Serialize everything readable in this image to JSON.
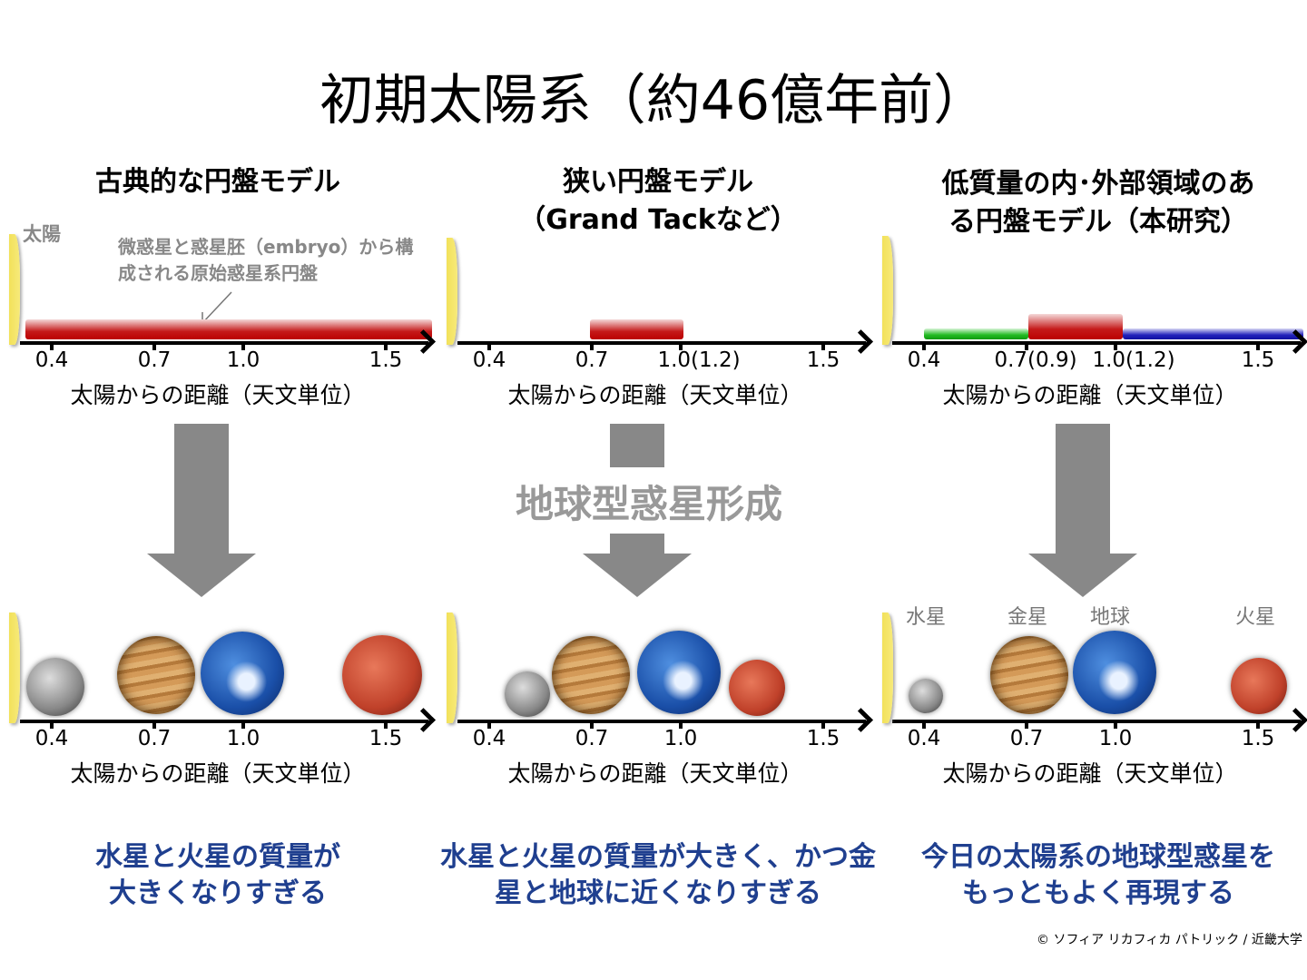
{
  "title": "初期太陽系（約46億年前）",
  "columns": [
    {
      "heading": [
        "古典的な円盤モデル",
        ""
      ],
      "conclusion": [
        "水星と火星の質量が",
        "大きくなりすぎる"
      ]
    },
    {
      "heading": [
        "狭い円盤モデル",
        "（Grand Tackなど）"
      ],
      "conclusion": [
        "水星と火星の質量が大きく、かつ金",
        "星と地球に近くなりすぎる"
      ]
    },
    {
      "heading": [
        "低質量の内･外部領域のあ",
        "る円盤モデル（本研究）"
      ],
      "conclusion": [
        "今日の太陽系の地球型惑星を",
        "もっともよく再現する"
      ]
    }
  ],
  "sun_label": "太陽",
  "disk_annotation": [
    "微惑星と惑星胚（embryo）から構",
    "成される原始惑星系円盤"
  ],
  "axis_label": "太陽からの距離（天文単位）",
  "ticks_top": [
    [
      "0.4",
      "0.7",
      "1.0",
      "1.5"
    ],
    [
      "0.4",
      "0.7",
      "1.0(1.2)",
      "1.5"
    ],
    [
      "0.4",
      "0.7(0.9)",
      "1.0(1.2)",
      "1.5"
    ]
  ],
  "ticks_bottom": [
    "0.4",
    "0.7",
    "1.0",
    "1.5"
  ],
  "center_label": "地球型惑星形成",
  "planet_labels": [
    "水星",
    "金星",
    "地球",
    "火星"
  ],
  "credit": "© ソフィア リカフィカ パトリック / 近畿大学"
}
